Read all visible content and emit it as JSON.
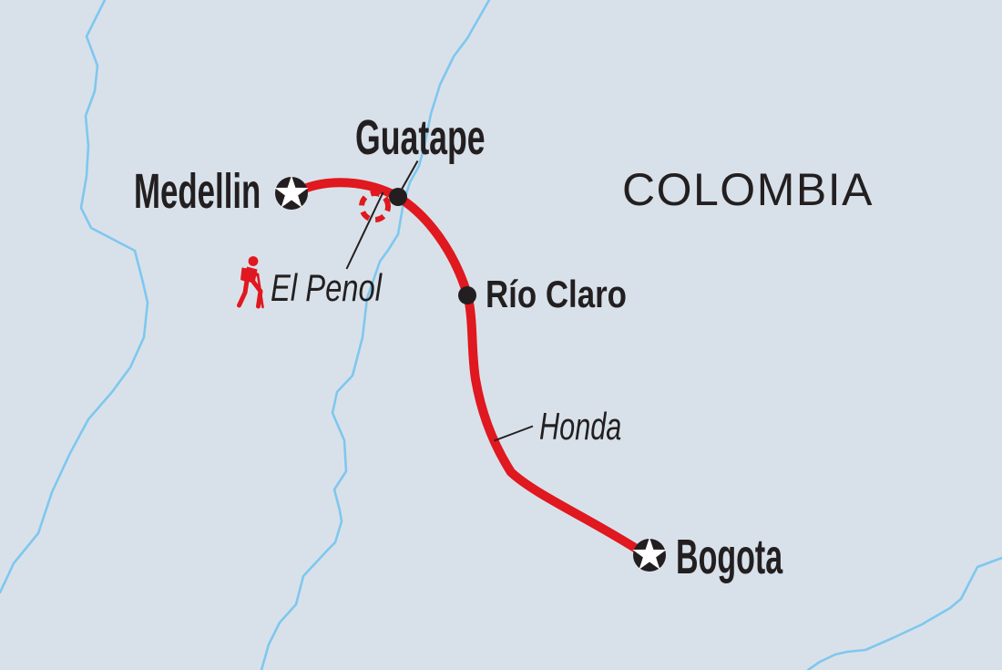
{
  "country_label": "COLOMBIA",
  "colors": {
    "background": "#d8e1e9",
    "river": "#7fc7ef",
    "route": "#e0181f",
    "label": "#231f20"
  },
  "stops": [
    {
      "name": "Medellin",
      "marker": "star-circle"
    },
    {
      "name": "Guatape",
      "marker": "dot"
    },
    {
      "name": "Río Claro",
      "marker": "dot"
    },
    {
      "name": "Bogota",
      "marker": "star-circle"
    }
  ],
  "excursions": [
    {
      "name": "El Penol",
      "type": "hike",
      "marker": "dashed-loop",
      "icon": "hiker-icon"
    }
  ],
  "waypoints": [
    {
      "name": "Honda"
    }
  ]
}
